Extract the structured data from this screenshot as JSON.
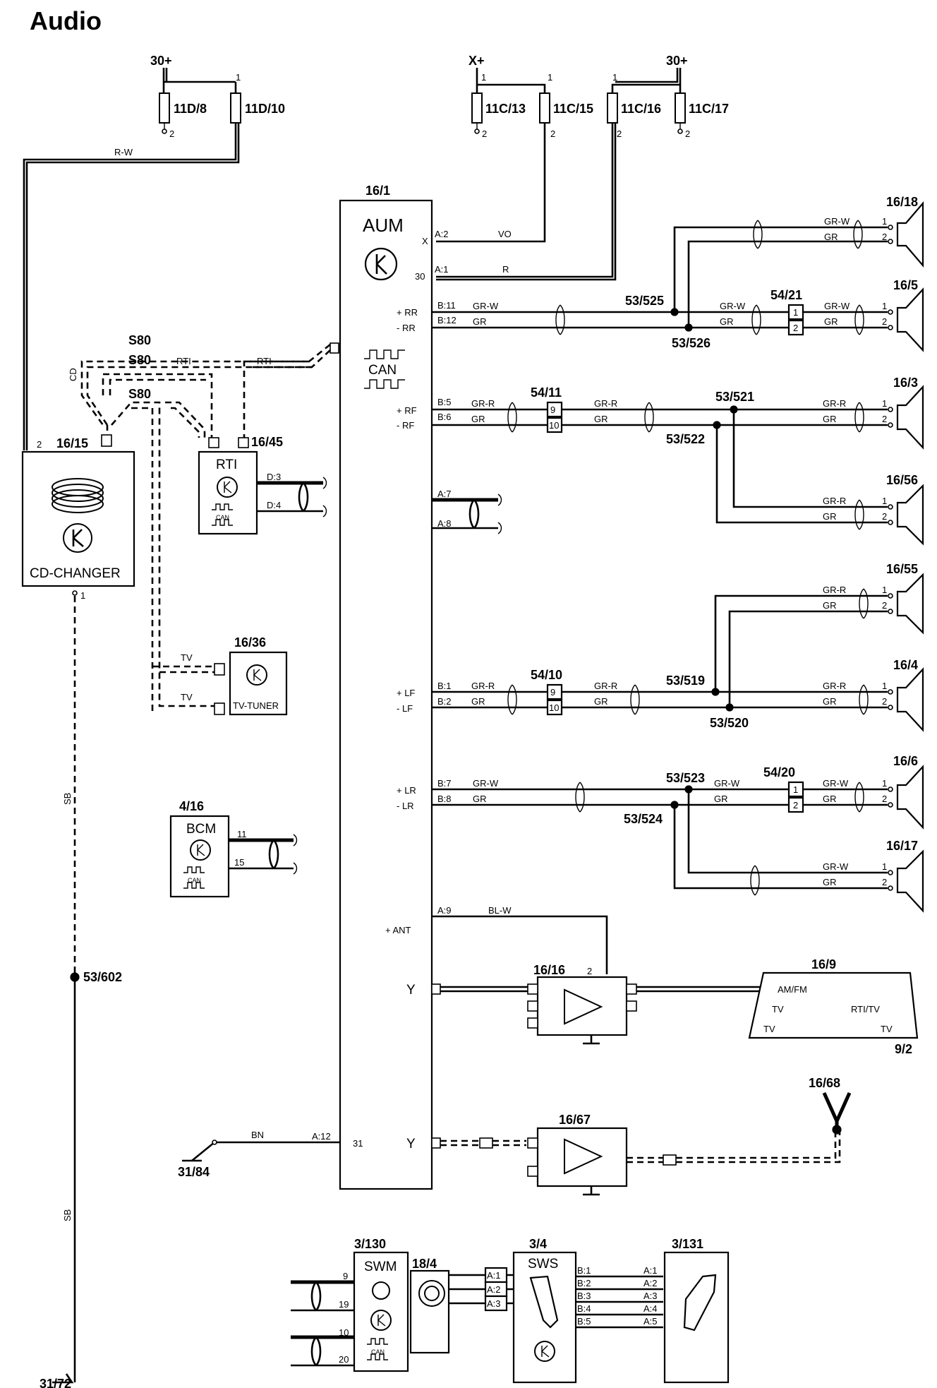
{
  "page": {
    "title": "Audio"
  },
  "supplies": {
    "s30a": "30+",
    "sx": "X+",
    "s30b": "30+"
  },
  "fuses": {
    "f1": "11D/8",
    "f2": "11D/10",
    "f3": "11C/13",
    "f4": "11C/15",
    "f5": "11C/16",
    "f6": "11C/17",
    "pin1": "1",
    "pin2": "2"
  },
  "aum": {
    "ref": "16/1",
    "name": "AUM",
    "can": "CAN",
    "x": "X",
    "t30": "30",
    "t31": "31",
    "rr_p": "+ RR",
    "rr_m": "- RR",
    "rf_p": "+ RF",
    "rf_m": "- RF",
    "lf_p": "+ LF",
    "lf_m": "- LF",
    "lr_p": "+ LR",
    "lr_m": "- LR",
    "ant": "+ ANT",
    "a2": "A:2",
    "a1": "A:1",
    "b11": "B:11",
    "b12": "B:12",
    "b5": "B:5",
    "b6": "B:6",
    "a7": "A:7",
    "a8": "A:8",
    "b1": "B:1",
    "b2": "B:2",
    "b7": "B:7",
    "b8": "B:8",
    "a9": "A:9",
    "a12": "A:12"
  },
  "wires": {
    "rw": "R-W",
    "vo": "VO",
    "r": "R",
    "grw": "GR-W",
    "gr": "GR",
    "grr": "GR-R",
    "blw": "BL-W",
    "bn": "BN",
    "sb": "SB",
    "cd": "CD",
    "rti": "RTI",
    "tv": "TV",
    "s80": "S80",
    "d3": "D:3",
    "d4": "D:4",
    "n11": "11",
    "n15": "15"
  },
  "splices": {
    "s525": "53/525",
    "s526": "53/526",
    "s521": "53/521",
    "s522": "53/522",
    "s519": "53/519",
    "s520": "53/520",
    "s523": "53/523",
    "s524": "53/524",
    "s602": "53/602"
  },
  "connectors": {
    "c5421": "54/21",
    "c5411": "54/11",
    "c5410": "54/10",
    "c5420": "54/20",
    "p1": "1",
    "p2": "2",
    "p9": "9",
    "p10": "10"
  },
  "speakers": {
    "sp1618": "16/18",
    "sp165": "16/5",
    "sp163": "16/3",
    "sp1656": "16/56",
    "sp1655": "16/55",
    "sp164": "16/4",
    "sp166": "16/6",
    "sp1617": "16/17"
  },
  "components": {
    "cdc_ref": "16/15",
    "cdc_name": "CD-CHANGER",
    "cdc_p2": "2",
    "cdc_p1": "1",
    "rti_ref": "16/45",
    "rti_name": "RTI",
    "can_small": "CAN",
    "tv_ref": "16/36",
    "tv_name": "TV-TUNER",
    "bcm_ref": "4/16",
    "bcm_name": "BCM",
    "amp1_ref": "16/16",
    "amp1_p2": "2",
    "ant_ref": "16/9",
    "ant_amfm": "AM/FM",
    "ant_tv": "TV",
    "ant_rtitv": "RTI/TV",
    "ant_ref2": "9/2",
    "amp2_ref": "16/67",
    "gps_ref": "16/68",
    "g1": "31/84",
    "g2": "31/72",
    "swm_ref": "3/130",
    "swm_name": "SWM",
    "clock_ref": "18/4",
    "sws_ref": "3/4",
    "sws_name": "SWS",
    "sw_ref": "3/131",
    "swm_p9": "9",
    "swm_p19": "19",
    "swm_p10": "10",
    "swm_p20": "20"
  },
  "sws_pins": {
    "a1": "A:1",
    "a2": "A:2",
    "a3": "A:3",
    "a4": "A:4",
    "a5": "A:5",
    "b1": "B:1",
    "b2": "B:2",
    "b3": "B:3",
    "b4": "B:4",
    "b5": "B:5"
  }
}
